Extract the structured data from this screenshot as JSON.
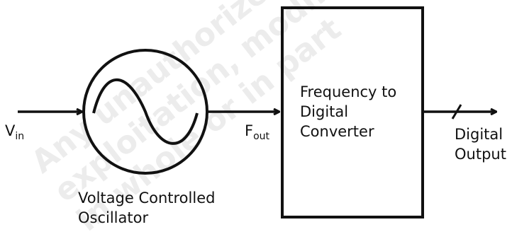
{
  "diagram": {
    "input": {
      "main": "V",
      "sub": "in"
    },
    "vco_label": [
      "Voltage Controlled",
      "Oscillator"
    ],
    "fout": {
      "main": "F",
      "sub": "out"
    },
    "converter_label": [
      "Frequency to",
      "Digital",
      "Converter"
    ],
    "output_label": [
      "Digital",
      "Output"
    ],
    "watermark": [
      "Any unauthorized use,",
      "exploitation, modification",
      "in whole or in part"
    ]
  },
  "colors": {
    "line": "#111111",
    "background": "#ffffff",
    "watermark": "#c9c9c9"
  }
}
